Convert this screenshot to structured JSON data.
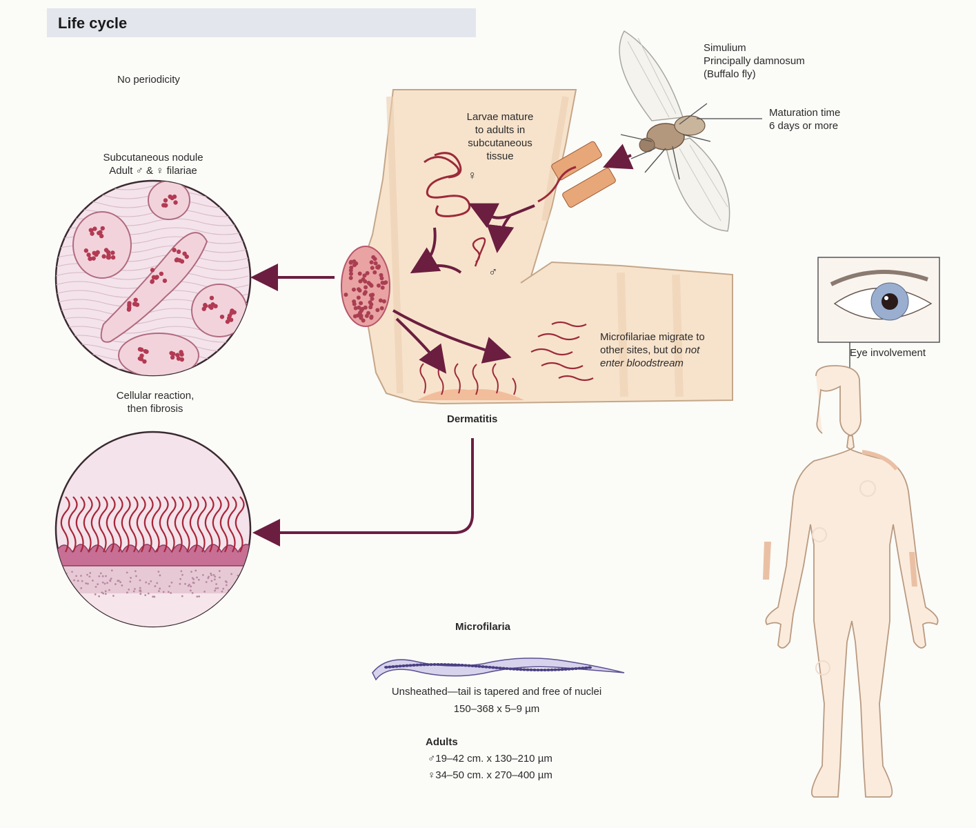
{
  "header": {
    "title": "Life cycle"
  },
  "labels": {
    "periodicity": "No periodicity",
    "nodule_line1": "Subcutaneous nodule",
    "nodule_line2": "Adult ♂ & ♀ filariae",
    "larvae_line1": "Larvae mature",
    "larvae_line2": "to adults in",
    "larvae_line3": "subcutaneous",
    "larvae_line4": "tissue",
    "vector_line1": "Simulium",
    "vector_line2": "Principally damnosum",
    "vector_line3": "(Buffalo fly)",
    "maturation_line1": "Maturation time",
    "maturation_line2": "6 days or more",
    "female_symbol": "♀",
    "male_symbol": "♂",
    "migrate_line1": "Microfilariae migrate to",
    "migrate_line2": "other sites, but do",
    "migrate_not": "not",
    "migrate_line3": "enter bloodstream",
    "reaction_line1": "Cellular reaction,",
    "reaction_line2": "then fibrosis",
    "dermatitis": "Dermatitis",
    "eye": "Eye involvement",
    "microfilaria_title": "Microfilaria",
    "microfilaria_desc": "Unsheathed—tail is tapered and free of nuclei",
    "microfilaria_size": "150–368 x 5–9 µm",
    "adults_title": "Adults",
    "adults_male": "♂19–42 cm. x 130–210 µm",
    "adults_female": "♀34–50 cm. x 270–400 µm"
  },
  "colors": {
    "arrow": "#6b1e3f",
    "skin": "#f7e3cc",
    "worm": "#9c2a3a",
    "header": "#e3e6ec"
  }
}
